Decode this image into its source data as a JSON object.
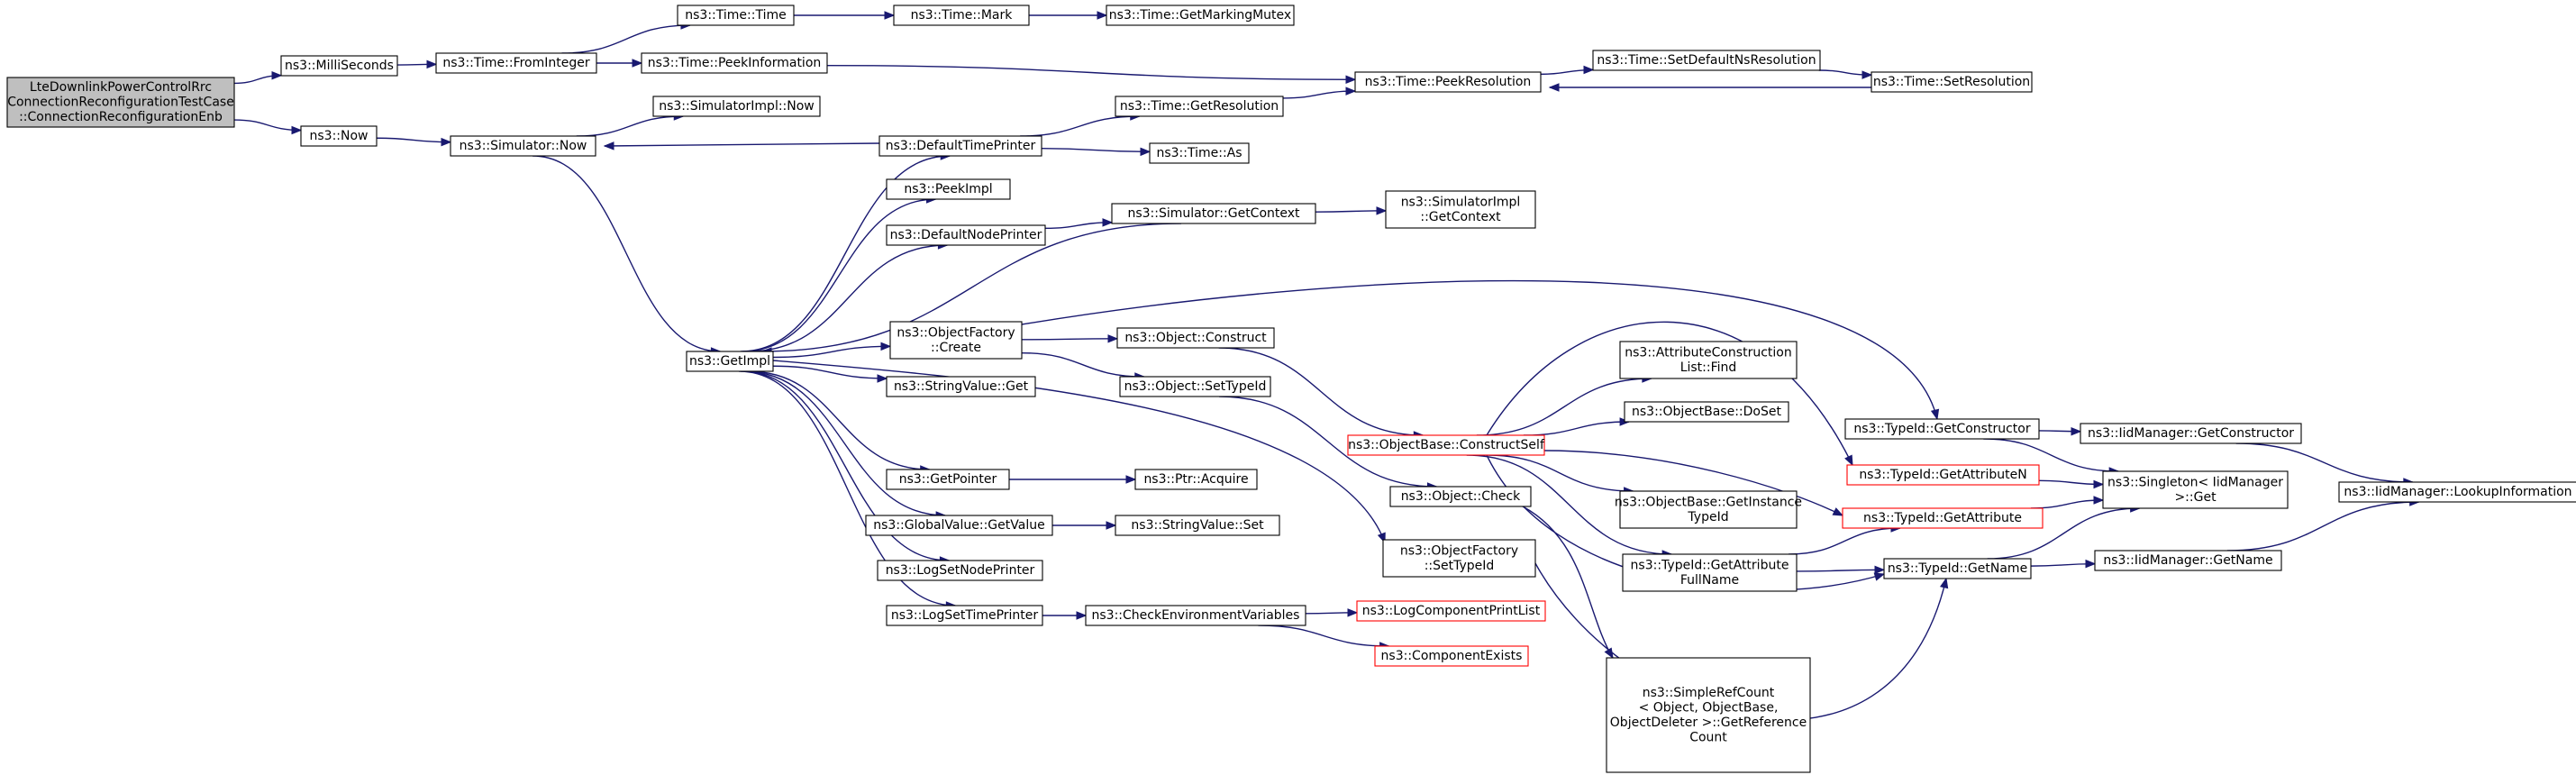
{
  "colors": {
    "edge": "#191970",
    "node_border": "#000000",
    "truncated_border": "#ff0000",
    "root_fill": "#bfbfbf",
    "node_fill": "#ffffff"
  },
  "nodes": {
    "root": {
      "lines": [
        "LteDownlinkPowerControlRrc",
        "ConnectionReconfigurationTestCase",
        "::ConnectionReconfigurationEnb"
      ],
      "root": true
    },
    "milli": {
      "lines": [
        "ns3::MilliSeconds"
      ]
    },
    "now": {
      "lines": [
        "ns3::Now"
      ]
    },
    "fromint": {
      "lines": [
        "ns3::Time::FromInteger"
      ]
    },
    "timetime": {
      "lines": [
        "ns3::Time::Time"
      ]
    },
    "mark": {
      "lines": [
        "ns3::Time::Mark"
      ]
    },
    "getmarking": {
      "lines": [
        "ns3::Time::GetMarkingMutex"
      ]
    },
    "peekinfo": {
      "lines": [
        "ns3::Time::PeekInformation"
      ]
    },
    "peekres": {
      "lines": [
        "ns3::Time::PeekResolution"
      ]
    },
    "setdefns": {
      "lines": [
        "ns3::Time::SetDefaultNsResolution"
      ]
    },
    "setres": {
      "lines": [
        "ns3::Time::SetResolution"
      ]
    },
    "simnow": {
      "lines": [
        "ns3::Simulator::Now"
      ]
    },
    "simimplnow": {
      "lines": [
        "ns3::SimulatorImpl::Now"
      ]
    },
    "deftp": {
      "lines": [
        "ns3::DefaultTimePrinter"
      ]
    },
    "getres": {
      "lines": [
        "ns3::Time::GetResolution"
      ]
    },
    "as": {
      "lines": [
        "ns3::Time::As"
      ]
    },
    "peekimpl": {
      "lines": [
        "ns3::PeekImpl"
      ]
    },
    "defnp": {
      "lines": [
        "ns3::DefaultNodePrinter"
      ]
    },
    "simgetctx": {
      "lines": [
        "ns3::Simulator::GetContext"
      ]
    },
    "simimplgetctx": {
      "lines": [
        "ns3::SimulatorImpl",
        "::GetContext"
      ]
    },
    "getimpl": {
      "lines": [
        "ns3::GetImpl"
      ]
    },
    "ofcreate": {
      "lines": [
        "ns3::ObjectFactory",
        "::Create"
      ]
    },
    "strget": {
      "lines": [
        "ns3::StringValue::Get"
      ]
    },
    "objconstruct": {
      "lines": [
        "ns3::Object::Construct"
      ]
    },
    "objsettid": {
      "lines": [
        "ns3::Object::SetTypeId"
      ]
    },
    "acfind": {
      "lines": [
        "ns3::AttributeConstruction",
        "List::Find"
      ]
    },
    "doset": {
      "lines": [
        "ns3::ObjectBase::DoSet"
      ]
    },
    "constructself": {
      "lines": [
        "ns3::ObjectBase::ConstructSelf"
      ],
      "truncated": true
    },
    "getconstructor": {
      "lines": [
        "ns3::TypeId::GetConstructor"
      ]
    },
    "iidgetctor": {
      "lines": [
        "ns3::IidManager::GetConstructor"
      ]
    },
    "getattrn": {
      "lines": [
        "ns3::TypeId::GetAttributeN"
      ],
      "truncated": true
    },
    "singleton": {
      "lines": [
        "ns3::Singleton< IidManager",
        " >::Get"
      ]
    },
    "lookup": {
      "lines": [
        "ns3::IidManager::LookupInformation"
      ]
    },
    "getpointer": {
      "lines": [
        "ns3::GetPointer"
      ]
    },
    "ptracquire": {
      "lines": [
        "ns3::Ptr::Acquire"
      ]
    },
    "objcheck": {
      "lines": [
        "ns3::Object::Check"
      ]
    },
    "getinstid": {
      "lines": [
        "ns3::ObjectBase::GetInstance",
        "TypeId"
      ]
    },
    "getattr": {
      "lines": [
        "ns3::TypeId::GetAttribute"
      ],
      "truncated": true
    },
    "gvgetvalue": {
      "lines": [
        "ns3::GlobalValue::GetValue"
      ]
    },
    "strset": {
      "lines": [
        "ns3::StringValue::Set"
      ]
    },
    "ofsettid": {
      "lines": [
        "ns3::ObjectFactory",
        "::SetTypeId"
      ]
    },
    "getattrfull": {
      "lines": [
        "ns3::TypeId::GetAttribute",
        "FullName"
      ]
    },
    "getname": {
      "lines": [
        "ns3::TypeId::GetName"
      ]
    },
    "iidgetname": {
      "lines": [
        "ns3::IidManager::GetName"
      ]
    },
    "logsetnp": {
      "lines": [
        "ns3::LogSetNodePrinter"
      ]
    },
    "logsettp": {
      "lines": [
        "ns3::LogSetTimePrinter"
      ]
    },
    "checkenv": {
      "lines": [
        "ns3::CheckEnvironmentVariables"
      ]
    },
    "logcompprint": {
      "lines": [
        "ns3::LogComponentPrintList"
      ],
      "truncated": true
    },
    "compexists": {
      "lines": [
        "ns3::ComponentExists"
      ],
      "truncated": true
    },
    "simplerefcount": {
      "lines": [
        "ns3::SimpleRefCount",
        "< Object, ObjectBase,",
        " ObjectDeleter >::GetReference",
        "Count"
      ]
    }
  },
  "edges": [
    [
      "root",
      "milli"
    ],
    [
      "root",
      "now"
    ],
    [
      "milli",
      "fromint"
    ],
    [
      "fromint",
      "timetime"
    ],
    [
      "fromint",
      "peekinfo"
    ],
    [
      "timetime",
      "mark"
    ],
    [
      "mark",
      "getmarking"
    ],
    [
      "peekinfo",
      "peekres"
    ],
    [
      "peekres",
      "setdefns"
    ],
    [
      "setdefns",
      "setres"
    ],
    [
      "setres",
      "peekres"
    ],
    [
      "now",
      "simnow"
    ],
    [
      "simnow",
      "simimplnow"
    ],
    [
      "simnow",
      "getimpl"
    ],
    [
      "deftp",
      "simnow"
    ],
    [
      "deftp",
      "getres"
    ],
    [
      "deftp",
      "as"
    ],
    [
      "getres",
      "peekres"
    ],
    [
      "simgetctx",
      "simimplgetctx"
    ],
    [
      "simgetctx",
      "getimpl"
    ],
    [
      "getimpl",
      "deftp"
    ],
    [
      "getimpl",
      "peekimpl"
    ],
    [
      "getimpl",
      "defnp"
    ],
    [
      "defnp",
      "simgetctx"
    ],
    [
      "getimpl",
      "ofcreate"
    ],
    [
      "getimpl",
      "strget"
    ],
    [
      "getimpl",
      "ofsettid"
    ],
    [
      "getimpl",
      "getpointer"
    ],
    [
      "getimpl",
      "gvgetvalue"
    ],
    [
      "getimpl",
      "logsetnp"
    ],
    [
      "getimpl",
      "logsettp"
    ],
    [
      "ofcreate",
      "objconstruct"
    ],
    [
      "ofcreate",
      "objsettid"
    ],
    [
      "ofcreate",
      "getconstructor"
    ],
    [
      "objconstruct",
      "constructself"
    ],
    [
      "objsettid",
      "objcheck"
    ],
    [
      "constructself",
      "acfind"
    ],
    [
      "constructself",
      "doset"
    ],
    [
      "constructself",
      "getattrn"
    ],
    [
      "constructself",
      "getinstid"
    ],
    [
      "constructself",
      "getattr"
    ],
    [
      "constructself",
      "getattrfull"
    ],
    [
      "constructself",
      "getname"
    ],
    [
      "getconstructor",
      "iidgetctor"
    ],
    [
      "getconstructor",
      "singleton"
    ],
    [
      "iidgetctor",
      "lookup"
    ],
    [
      "getattrn",
      "singleton"
    ],
    [
      "getattr",
      "singleton"
    ],
    [
      "getattrfull",
      "getattr"
    ],
    [
      "getattrfull",
      "getname"
    ],
    [
      "getname",
      "singleton"
    ],
    [
      "getname",
      "iidgetname"
    ],
    [
      "iidgetname",
      "lookup"
    ],
    [
      "getpointer",
      "ptracquire"
    ],
    [
      "gvgetvalue",
      "strset"
    ],
    [
      "objcheck",
      "simplerefcount"
    ],
    [
      "ofsettid",
      "getname"
    ],
    [
      "logsettp",
      "checkenv"
    ],
    [
      "checkenv",
      "logcompprint"
    ],
    [
      "checkenv",
      "compexists"
    ]
  ]
}
